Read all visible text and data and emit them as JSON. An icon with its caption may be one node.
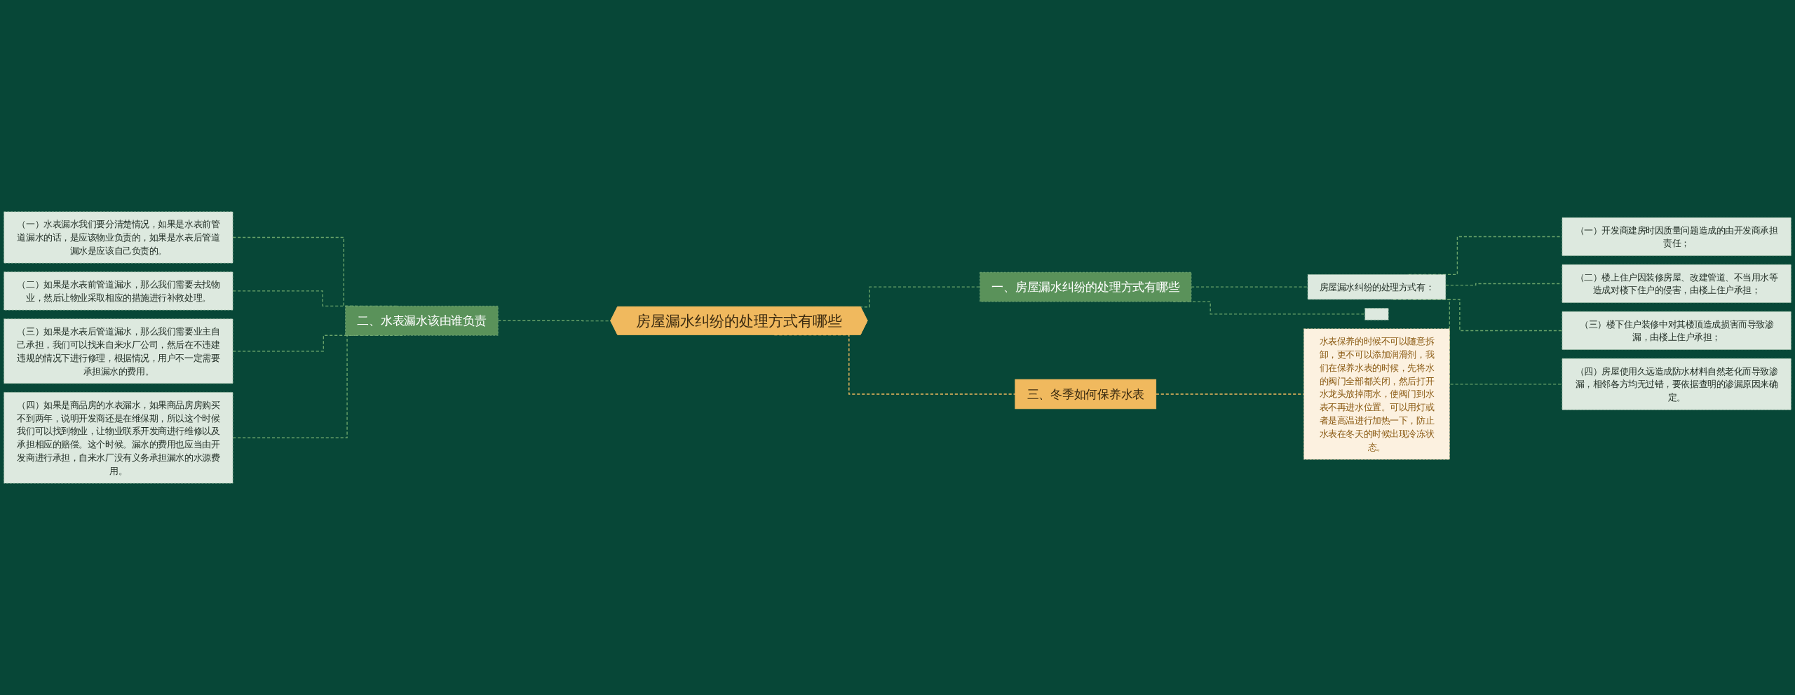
{
  "diagram": {
    "nodes": [
      {
        "text": [
          "房屋漏水纠纷的处理方式有哪些"
        ]
      },
      {
        "text": [
          "一、房屋漏水纠纷的处理方式有哪些"
        ]
      },
      {
        "text": [
          "房屋漏水纠纷的处理方式有："
        ]
      },
      {
        "text": [
          "（一）开发商建房时因质量问题造成的由开发商承担责任；"
        ]
      },
      {
        "text": [
          "（二）楼上住户因装修房屋、改建管道、不当用水等造成对楼下住户的侵害，由楼上住户承担；"
        ]
      },
      {
        "text": [
          "（三）楼下住户装修中对其楼顶造成损害而导致渗漏，由楼上住户承担；"
        ]
      },
      {
        "text": [
          "（四）房屋使用久远造成防水材料自然老化而导致渗漏，相邻各方均无过错，要依据查明的渗漏原因来确定。"
        ]
      },
      {
        "text": [],
        "shape": "box"
      },
      {
        "text": [
          "二、水表漏水该由谁负责"
        ]
      },
      {
        "text": [
          "（一）水表漏水我们要分清楚情况，如果是水表前管道漏水的话，是应该物业负责的，如果是水表后管道漏水是应该自己负责的。"
        ]
      },
      {
        "text": [
          "（二）如果是水表前管道漏水，那么我们需要去找物业，然后让物业采取相应的措施进行补救处理。"
        ]
      },
      {
        "text": [
          "（三）如果是水表后管道漏水，那么我们需要业主自己承担，我们可以找来自来水厂公司，然后在不违建违规的情况下进行修理，根据情况，用户不一定需要承担漏水的费用。"
        ]
      },
      {
        "text": [
          "（四）如果是商品房的水表漏水，如果商品房房购买不到两年，说明开发商还是在维保期，所以这个时候我们可以找到物业，让物业联系开发商进行维修以及承担相应的赔偿。这个时候。漏水的费用也应当由开发商进行承担，自来水厂没有义务承担漏水的水源费用。"
        ]
      },
      {
        "text": [
          "三、冬季如何保养水表"
        ]
      },
      {
        "text": [
          "水表保养的时候不可以随意拆卸，更不可以添加润滑剂，我们在保养水表的时候，先将水的阀门全部都关闭，然后打开水龙头放掉雨水，使阀门到水表不再进水位置。可以用灯或者是高温进行加热一下，防止水表在冬天的时候出现冷冻状态。"
        ]
      }
    ],
    "edges": [
      {
        "from": 0,
        "to": 1,
        "arrow": "none",
        "style": "dashed"
      },
      {
        "from": 1,
        "to": 2,
        "arrow": "none",
        "style": "dashed"
      },
      {
        "from": 2,
        "to": 3,
        "arrow": "none",
        "style": "dashed"
      },
      {
        "from": 2,
        "to": 4,
        "arrow": "none",
        "style": "dashed"
      },
      {
        "from": 2,
        "to": 5,
        "arrow": "none",
        "style": "dashed"
      },
      {
        "from": 2,
        "to": 6,
        "arrow": "none",
        "style": "dashed"
      },
      {
        "from": 1,
        "to": 7,
        "arrow": "none",
        "style": "dashed"
      },
      {
        "from": 8,
        "to": 0,
        "arrow": "none",
        "style": "dashed"
      },
      {
        "from": 9,
        "to": 8,
        "arrow": "none",
        "style": "dashed"
      },
      {
        "from": 10,
        "to": 8,
        "arrow": "none",
        "style": "dashed"
      },
      {
        "from": 11,
        "to": 8,
        "arrow": "none",
        "style": "dashed"
      },
      {
        "from": 12,
        "to": 8,
        "arrow": "none",
        "style": "dashed"
      },
      {
        "from": 0,
        "to": 13,
        "arrow": "none",
        "style": "dashed",
        "color": "#f0b95e"
      },
      {
        "from": 13,
        "to": 14,
        "arrow": "none",
        "style": "dashed",
        "color": "#f0b95e"
      }
    ]
  }
}
